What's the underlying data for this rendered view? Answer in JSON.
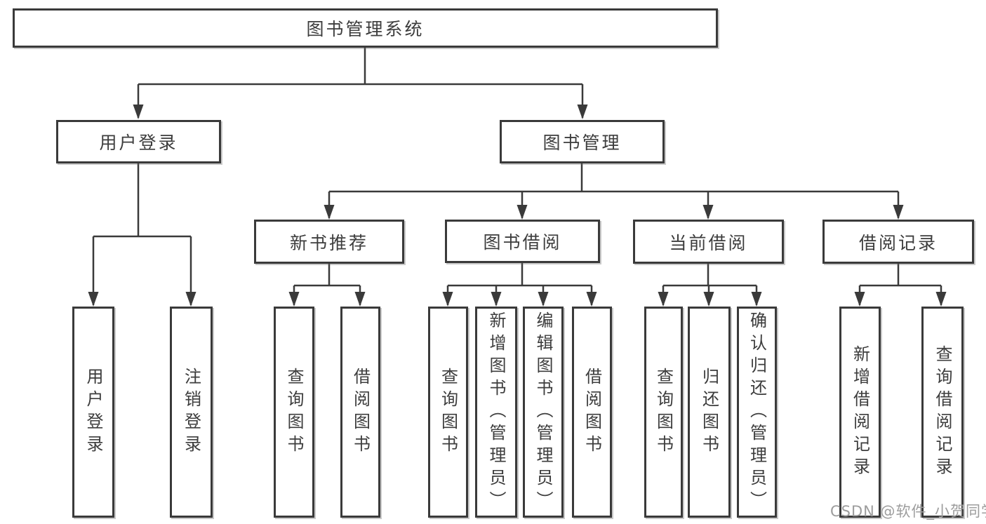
{
  "diagram": {
    "type": "hierarchy-diagram",
    "title": "图书管理系统"
  },
  "colors": {
    "line": "#3a3a3a",
    "box_border": "#3a3a3a",
    "box_fill": "#ffffff",
    "text": "#3d3d3d",
    "watermark": "#9d9d9d"
  },
  "tree": {
    "root": {
      "label": "图书管理系统"
    },
    "branches": [
      {
        "label": "用户登录",
        "children": [
          {
            "label": "用户登录"
          },
          {
            "label": "注销登录"
          }
        ]
      },
      {
        "label": "图书管理",
        "children": [
          {
            "label": "新书推荐",
            "children": [
              {
                "label": "查询图书"
              },
              {
                "label": "借阅图书"
              }
            ]
          },
          {
            "label": "图书借阅",
            "children": [
              {
                "label": "查询图书"
              },
              {
                "label": "新增图书（管理员）"
              },
              {
                "label": "编辑图书（管理员）"
              },
              {
                "label": "借阅图书"
              }
            ]
          },
          {
            "label": "当前借阅",
            "children": [
              {
                "label": "查询图书"
              },
              {
                "label": "归还图书"
              },
              {
                "label": "确认归还（管理员）"
              }
            ]
          },
          {
            "label": "借阅记录",
            "children": [
              {
                "label": "新增借阅记录"
              },
              {
                "label": "查询借阅记录"
              }
            ]
          }
        ]
      }
    ]
  },
  "watermark": {
    "text": "CSDN @软件_小贺同学"
  }
}
